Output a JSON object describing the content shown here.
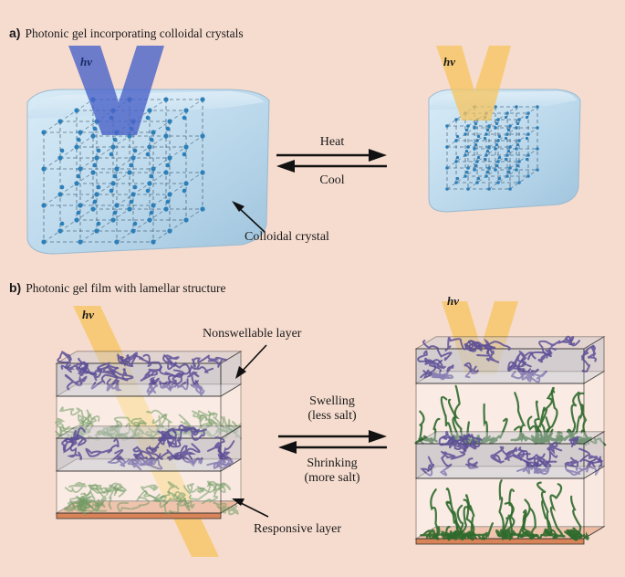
{
  "panel_a": {
    "letter": "a)",
    "title": "Photonic gel incorporating colloidal crystals",
    "light_left": "hv",
    "light_right": "hv",
    "arrow_top": "Heat",
    "arrow_bottom": "Cool",
    "callout": "Colloidal crystal"
  },
  "panel_b": {
    "letter": "b)",
    "title": "Photonic gel film with lamellar structure",
    "light_left": "hv",
    "light_right": "hv",
    "callout_top": "Nonswellable layer",
    "callout_bottom": "Responsive layer",
    "arrow_top_line1": "Swelling",
    "arrow_top_line2": "(less salt)",
    "arrow_bottom_line1": "Shrinking",
    "arrow_bottom_line2": "(more salt)"
  },
  "colors": {
    "background": "#f6dccf",
    "gel_blue": "#bcd9ec",
    "light_blue_beam": "#4a63c8",
    "light_yellow_beam": "#f7c45c",
    "substrate": "#e3936b",
    "nonswellable_fill": "#c9c9cf",
    "polymer_purple": "#5d4f96",
    "polymer_green": "#2f6a2c",
    "particle": "#2d7fb8"
  }
}
